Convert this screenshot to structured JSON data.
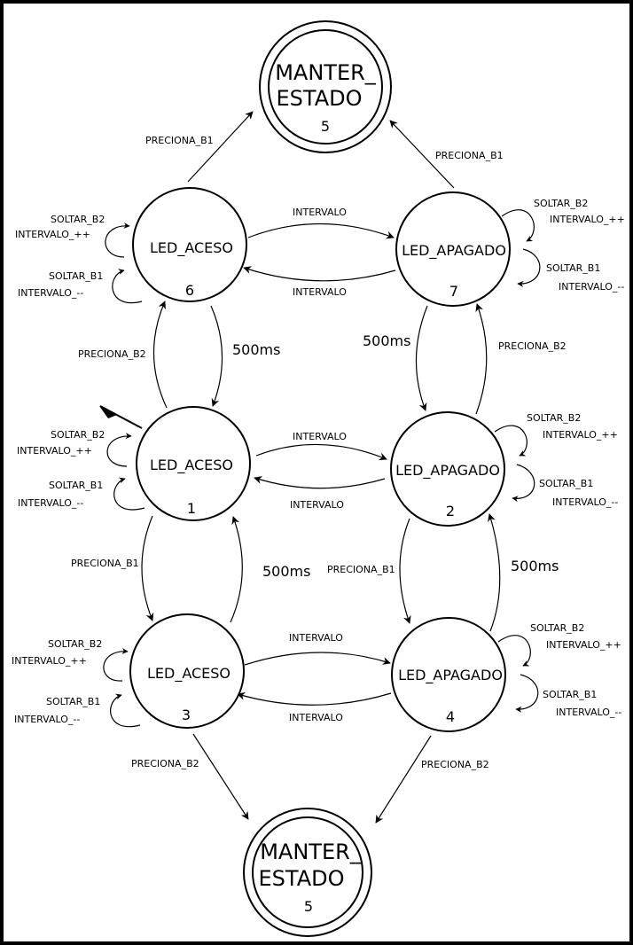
{
  "states": {
    "s6": {
      "name": "LED_ACESO",
      "num": "6"
    },
    "s7": {
      "name": "LED_APAGADO",
      "num": "7"
    },
    "s1": {
      "name": "LED_ACESO",
      "num": "1"
    },
    "s2": {
      "name": "LED_APAGADO",
      "num": "2"
    },
    "s3": {
      "name": "LED_ACESO",
      "num": "3"
    },
    "s4": {
      "name": "LED_APAGADO",
      "num": "4"
    },
    "top": {
      "line1": "MANTER_",
      "line2": "ESTADO",
      "num": "5"
    },
    "bottom": {
      "line1": "MANTER_",
      "line2": "ESTADO",
      "num": "5"
    }
  },
  "labels": {
    "preciona_b1": "PRECIONA_B1",
    "preciona_b2": "PRECIONA_B2",
    "intervalo": "INTERVALO",
    "soltar_b1": "SOLTAR_B1",
    "soltar_b2": "SOLTAR_B2",
    "intervalo_pp": "INTERVALO_++",
    "intervalo_mm": "INTERVALO_--",
    "t500": "500ms"
  }
}
